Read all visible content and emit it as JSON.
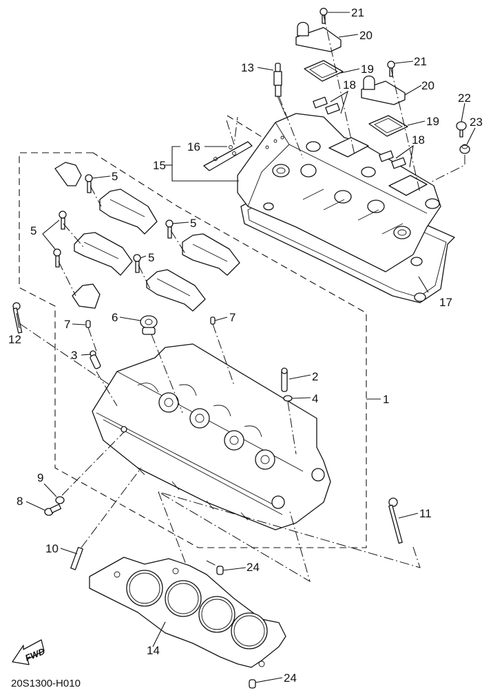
{
  "diagram": {
    "title": "Cylinder head exploded parts diagram",
    "drawing_code": "20S1300-H010",
    "direction_indicator": "FWD",
    "callouts": [
      {
        "id": "c1",
        "label": "1",
        "part": "cylinder-head-assembly"
      },
      {
        "id": "c2",
        "label": "2",
        "part": "guide"
      },
      {
        "id": "c3",
        "label": "3",
        "part": "guide"
      },
      {
        "id": "c4",
        "label": "4",
        "part": "o-ring"
      },
      {
        "id": "c5a",
        "label": "5",
        "part": "cap-bolt"
      },
      {
        "id": "c5b",
        "label": "5",
        "part": "cap-bolt"
      },
      {
        "id": "c5c",
        "label": "5",
        "part": "cap-bolt"
      },
      {
        "id": "c5d",
        "label": "5",
        "part": "cap-bolt"
      },
      {
        "id": "c5e",
        "label": "5",
        "part": "cap-bolt"
      },
      {
        "id": "c6",
        "label": "6",
        "part": "plug"
      },
      {
        "id": "c7a",
        "label": "7",
        "part": "dowel-pin"
      },
      {
        "id": "c7b",
        "label": "7",
        "part": "dowel-pin"
      },
      {
        "id": "c8",
        "label": "8",
        "part": "bolt"
      },
      {
        "id": "c9",
        "label": "9",
        "part": "gasket-washer"
      },
      {
        "id": "c10",
        "label": "10",
        "part": "stud-bolt"
      },
      {
        "id": "c11",
        "label": "11",
        "part": "head-bolt"
      },
      {
        "id": "c12",
        "label": "12",
        "part": "bolt"
      },
      {
        "id": "c13",
        "label": "13",
        "part": "spark-plug"
      },
      {
        "id": "c14",
        "label": "14",
        "part": "cylinder-head-gasket"
      },
      {
        "id": "c15",
        "label": "15",
        "part": "head-cover-assembly"
      },
      {
        "id": "c16",
        "label": "16",
        "part": "plate"
      },
      {
        "id": "c17",
        "label": "17",
        "part": "head-cover-gasket"
      },
      {
        "id": "c18a",
        "label": "18",
        "part": "reed-valve"
      },
      {
        "id": "c18b",
        "label": "18",
        "part": "reed-valve"
      },
      {
        "id": "c19a",
        "label": "19",
        "part": "gasket"
      },
      {
        "id": "c19b",
        "label": "19",
        "part": "gasket"
      },
      {
        "id": "c20a",
        "label": "20",
        "part": "cover"
      },
      {
        "id": "c20b",
        "label": "20",
        "part": "cover"
      },
      {
        "id": "c21a",
        "label": "21",
        "part": "bolt"
      },
      {
        "id": "c21b",
        "label": "21",
        "part": "bolt"
      },
      {
        "id": "c22",
        "label": "22",
        "part": "bolt"
      },
      {
        "id": "c23",
        "label": "23",
        "part": "grommet"
      },
      {
        "id": "c24a",
        "label": "24",
        "part": "dowel-pin"
      },
      {
        "id": "c24b",
        "label": "24",
        "part": "dowel-pin"
      }
    ]
  }
}
